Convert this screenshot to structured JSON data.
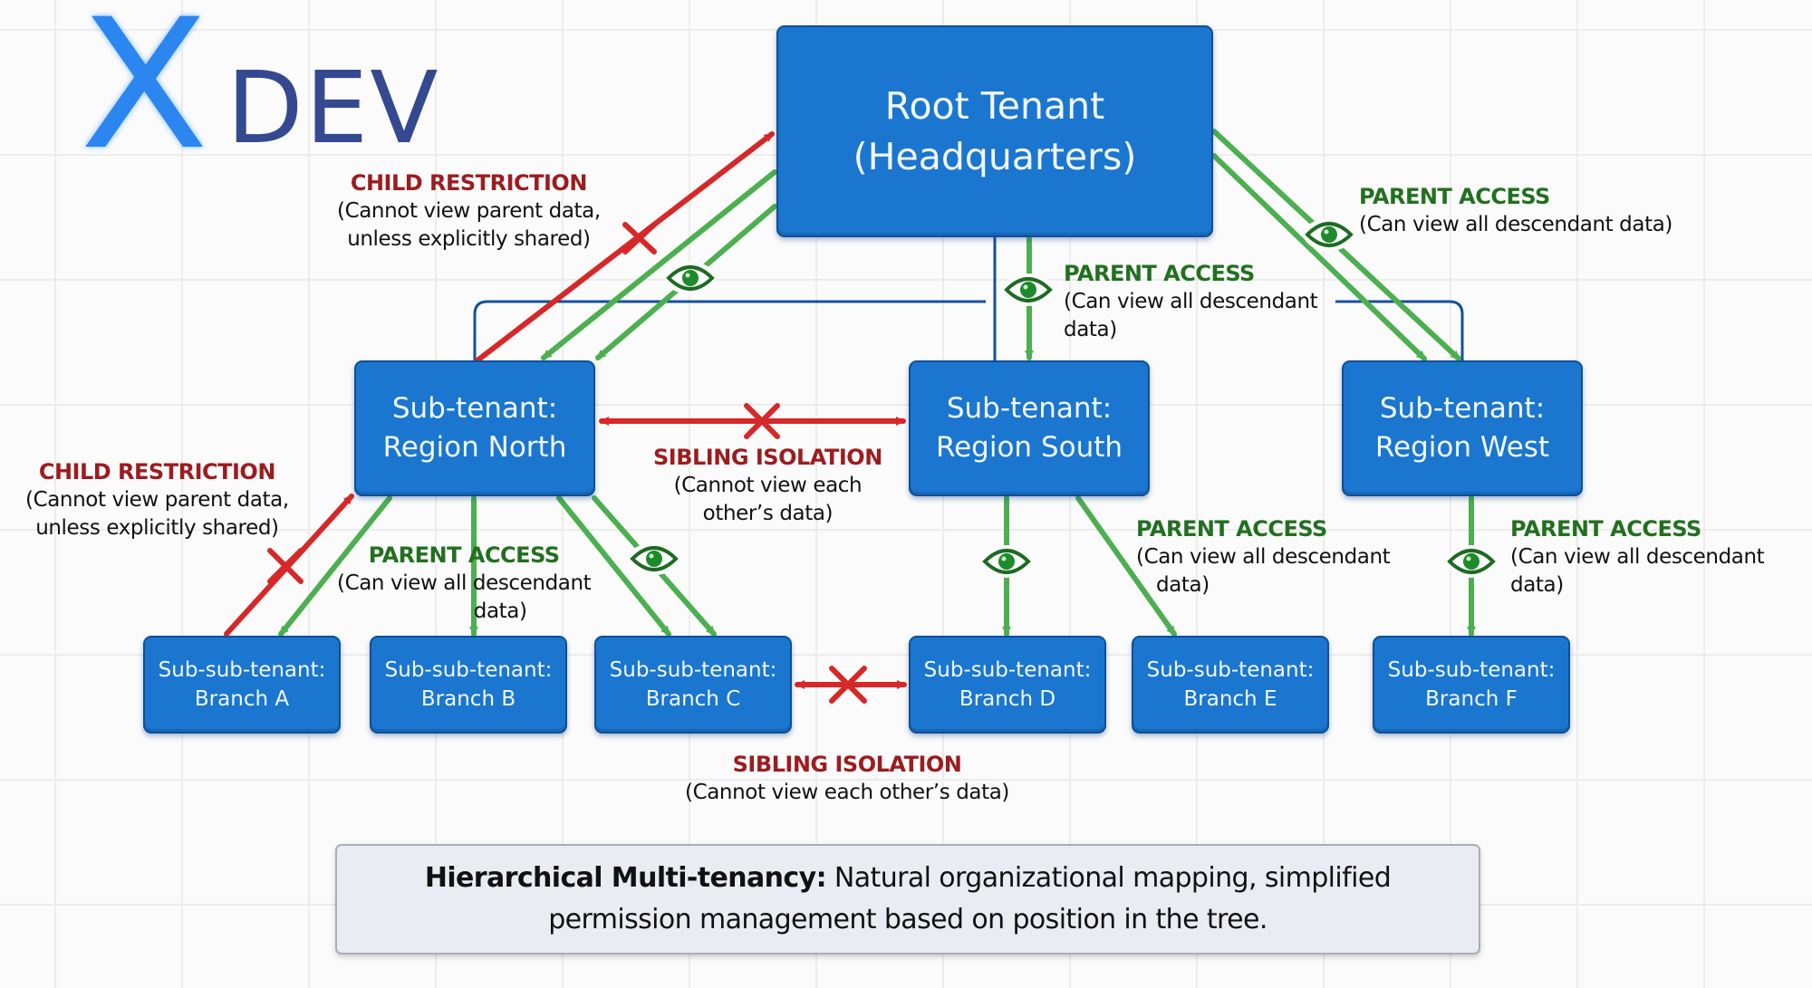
{
  "logo": {
    "mark": "X",
    "text": "DEV"
  },
  "colors": {
    "node_fill": "#1a76cf",
    "node_border": "#0f4f97",
    "access_green": "#4caf50",
    "eye_green": "#1e6b22",
    "restrict_red": "#d62828",
    "tree_line": "#17509a",
    "restriction_title": "#9c1c1f",
    "access_title": "#22701f"
  },
  "nodes": {
    "root": {
      "line1": "Root Tenant",
      "line2": "(Headquarters)"
    },
    "north": {
      "line1": "Sub-tenant:",
      "line2": "Region North"
    },
    "south": {
      "line1": "Sub-tenant:",
      "line2": "Region South"
    },
    "west": {
      "line1": "Sub-tenant:",
      "line2": "Region West"
    },
    "branch_a": {
      "line1": "Sub-sub-tenant:",
      "line2": "Branch A"
    },
    "branch_b": {
      "line1": "Sub-sub-tenant:",
      "line2": "Branch B"
    },
    "branch_c": {
      "line1": "Sub-sub-tenant:",
      "line2": "Branch C"
    },
    "branch_d": {
      "line1": "Sub-sub-tenant:",
      "line2": "Branch D"
    },
    "branch_e": {
      "line1": "Sub-sub-tenant:",
      "line2": "Branch E"
    },
    "branch_f": {
      "line1": "Sub-sub-tenant:",
      "line2": "Branch F"
    }
  },
  "edges": [
    {
      "from": "root",
      "to": "north",
      "relation": "tree"
    },
    {
      "from": "root",
      "to": "south",
      "relation": "tree"
    },
    {
      "from": "root",
      "to": "west",
      "relation": "tree"
    },
    {
      "from": "root",
      "to": "north",
      "relation": "parent-access"
    },
    {
      "from": "north",
      "to": "root",
      "relation": "child-restriction"
    },
    {
      "from": "root",
      "to": "south",
      "relation": "parent-access"
    },
    {
      "from": "root",
      "to": "west",
      "relation": "parent-access"
    },
    {
      "from": "north",
      "to": "south",
      "relation": "sibling-isolation"
    },
    {
      "from": "north",
      "to": "branch_a",
      "relation": "parent-access"
    },
    {
      "from": "branch_a",
      "to": "north",
      "relation": "child-restriction"
    },
    {
      "from": "north",
      "to": "branch_b",
      "relation": "parent-access"
    },
    {
      "from": "north",
      "to": "branch_c",
      "relation": "parent-access"
    },
    {
      "from": "south",
      "to": "branch_d",
      "relation": "parent-access"
    },
    {
      "from": "south",
      "to": "branch_e",
      "relation": "parent-access"
    },
    {
      "from": "west",
      "to": "branch_f",
      "relation": "parent-access"
    },
    {
      "from": "branch_c",
      "to": "branch_d",
      "relation": "sibling-isolation"
    }
  ],
  "labels": {
    "child_restriction_top": {
      "title": "CHILD RESTRICTION",
      "line1": "(Cannot view parent data,",
      "line2": "unless explicitly shared)"
    },
    "child_restriction_left": {
      "title": "CHILD RESTRICTION",
      "line1": "(Cannot view parent data,",
      "line2": "unless explicitly shared)"
    },
    "parent_access_root_west": {
      "title": "PARENT ACCESS",
      "line1": "(Can view all descendant data)"
    },
    "parent_access_root_south": {
      "title": "PARENT ACCESS",
      "line1": "(Can view all descendant",
      "line2": "data)"
    },
    "parent_access_north_b": {
      "title": "PARENT ACCESS",
      "line1": "(Can view all descendant",
      "line2": "data)"
    },
    "parent_access_south_e": {
      "title": "PARENT ACCESS",
      "line1": "(Can view all descendant",
      "line2": "data)"
    },
    "parent_access_west_f": {
      "title": "PARENT ACCESS",
      "line1": "(Can view all descendant",
      "line2": "data)"
    },
    "sibling_isolation_regions": {
      "title": "SIBLING ISOLATION",
      "line1": "(Cannot view each",
      "line2": "other’s data)"
    },
    "sibling_isolation_branches": {
      "title": "SIBLING ISOLATION",
      "line1": "(Cannot view each other’s data)"
    }
  },
  "summary": {
    "bold": "Hierarchical Multi-tenancy:",
    "line1_rest": " Natural organizational mapping, simplified",
    "line2": "permission management based on position in the tree."
  }
}
